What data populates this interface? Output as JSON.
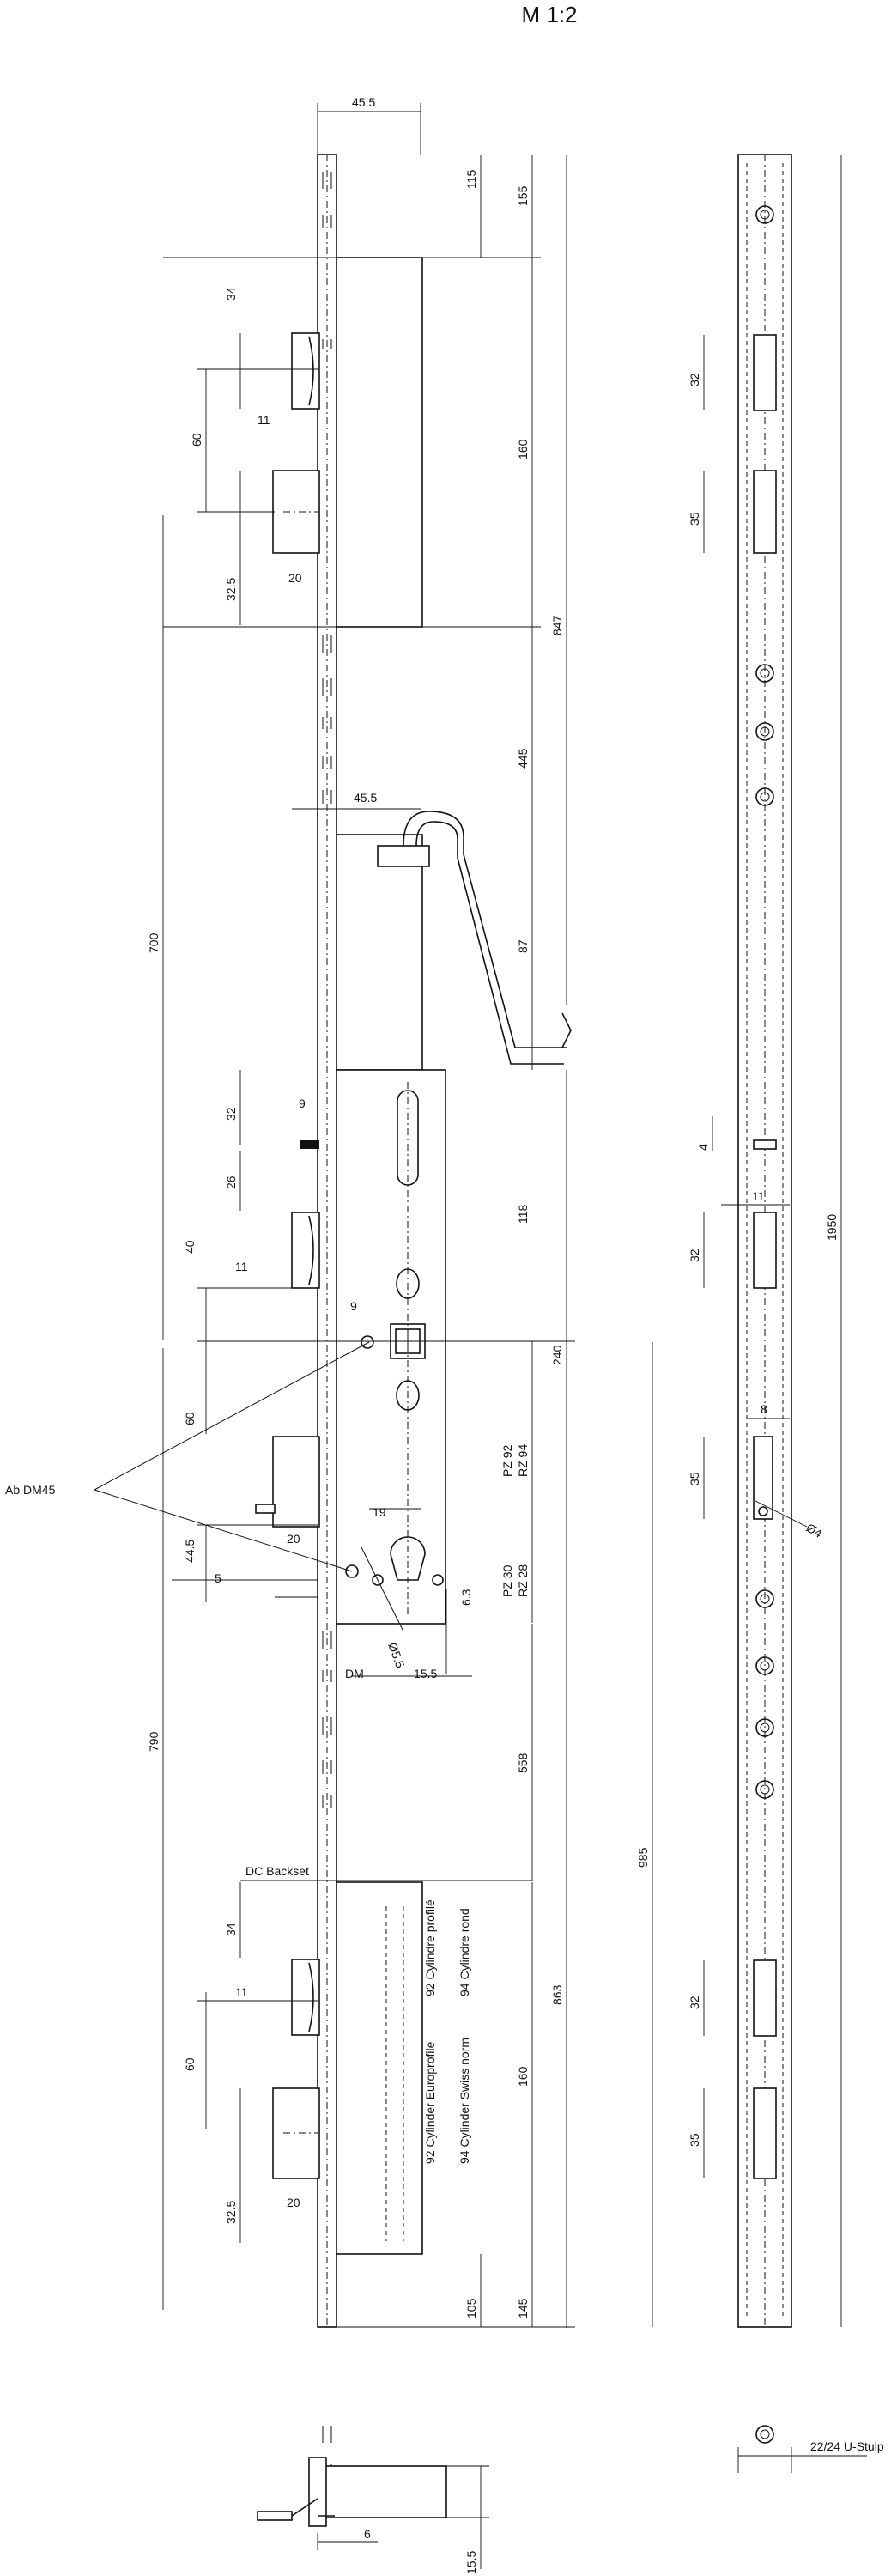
{
  "title": "M 1:2",
  "labels": {
    "ab_dm45": "Ab DM45",
    "dc_backset": "DC Backset",
    "dm": "DM",
    "u_stulp": "22/24 U-Stulp",
    "pz92": "PZ 92",
    "rz94": "RZ 94",
    "pz30": "PZ 30",
    "rz28": "RZ 28",
    "cyl_profile": "92 Cylindre profilé",
    "cyl_rond": "94 Cylindre rond",
    "cyl_euro": "92 Cylinder Europrofile",
    "cyl_swiss": "94 Cylinder Swiss norm"
  },
  "dims": {
    "d45_5_top": "45.5",
    "d115": "115",
    "d155": "155",
    "d34_top": "34",
    "d11_top": "11",
    "d60_top": "60",
    "d160_top": "160",
    "d32_5_top": "32.5",
    "d20_top": "20",
    "d847": "847",
    "d700": "700",
    "d445": "445",
    "d45_5_mid": "45.5",
    "d87": "87",
    "d32_mid": "32",
    "d9_a": "9",
    "d26": "26",
    "d118": "118",
    "d40": "40",
    "d11_mid": "11",
    "d9_b": "9",
    "d240": "240",
    "d60_mid": "60",
    "d19": "19",
    "d20_mid": "20",
    "d44_5": "44.5",
    "d5": "5",
    "d6_3": "6.3",
    "d5_5": "Ø5.5",
    "d15_5": "15.5",
    "d790": "790",
    "d558": "558",
    "d863": "863",
    "d34_bot": "34",
    "d60_bot": "60",
    "d11_bot": "11",
    "d160_bot": "160",
    "d32_5_bot": "32.5",
    "d20_bot": "20",
    "d105": "105",
    "d145": "145",
    "d6": "6",
    "d15_5_bottom": "15.5",
    "r32_a": "32",
    "r35_a": "35",
    "r4": "4",
    "r11": "11",
    "r32_b": "32",
    "r1950": "1950",
    "r8": "8",
    "r35_b": "35",
    "r_dia4": "Ø4",
    "r985": "985",
    "r32_c": "32",
    "r35_c": "35"
  }
}
